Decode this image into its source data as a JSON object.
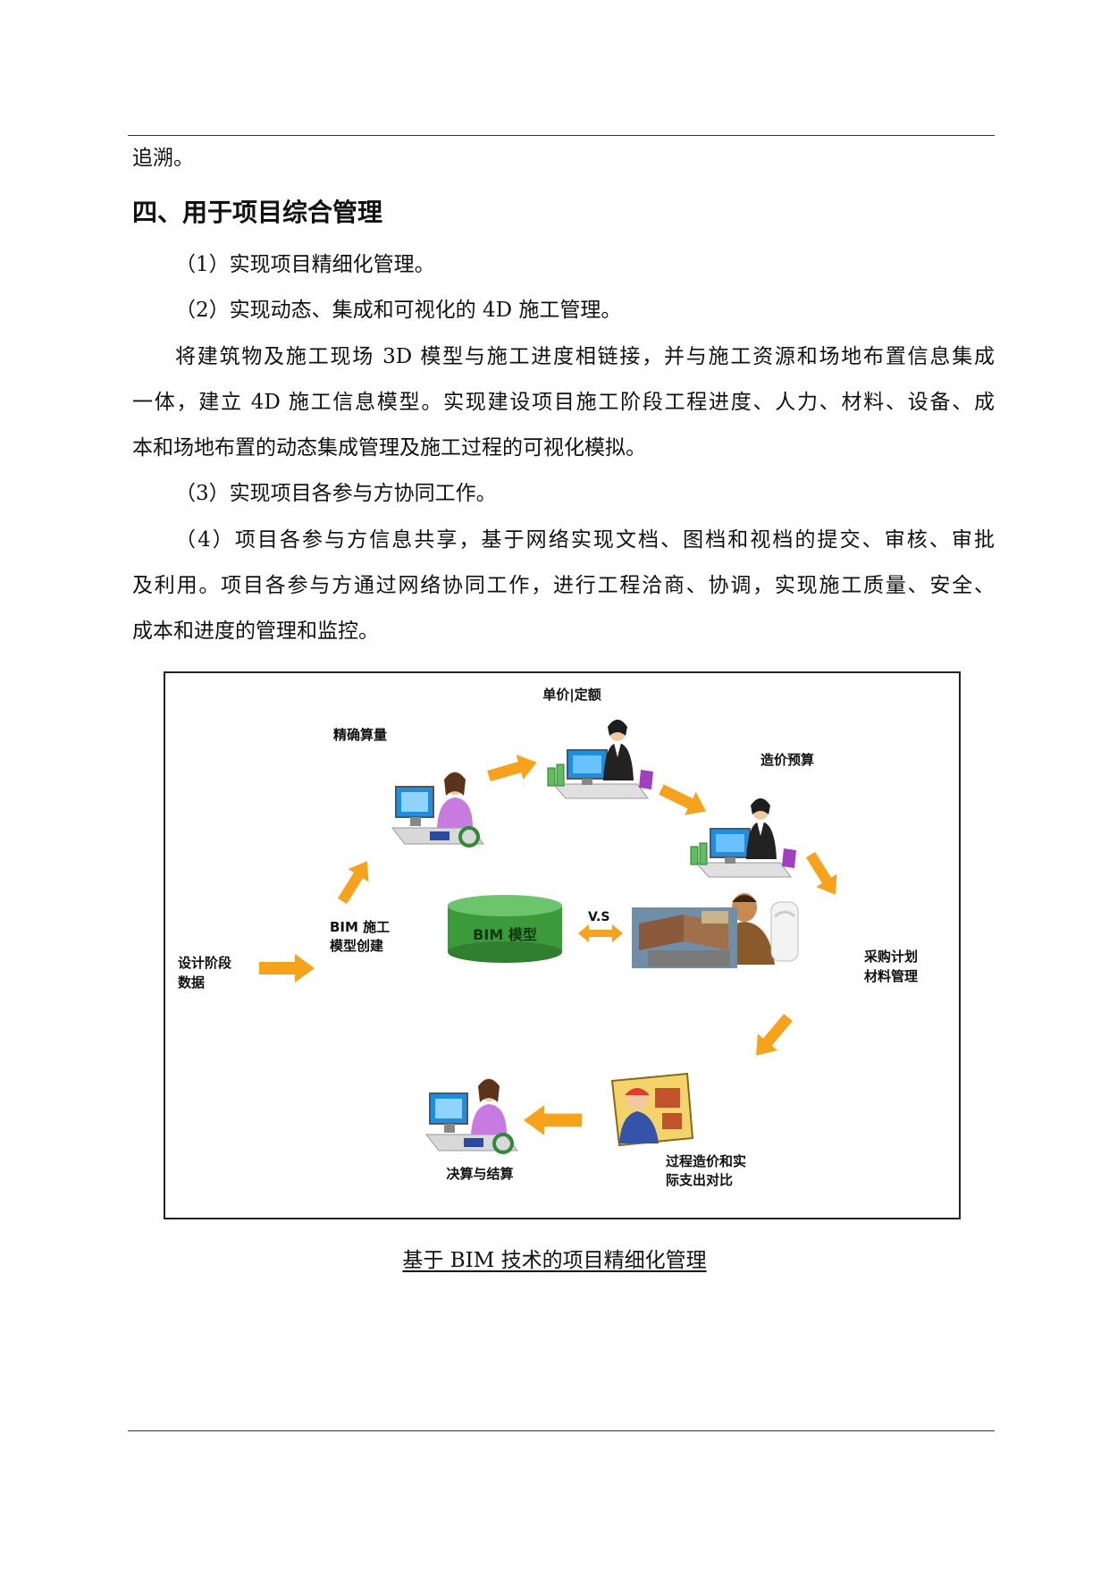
{
  "page": {
    "intro_line": "追溯。",
    "section_heading": "四、用于项目综合管理",
    "items": [
      "（1）实现项目精细化管理。",
      "（2）实现动态、集成和可视化的 4D 施工管理。"
    ],
    "para_4d": [
      "将建筑物及施工现场 3D 模型与施工进度相链接，并与施工资源和场地布置信息集成",
      "一体，建立 4D 施工信息模型。实现建设项目施工阶段工程进度、人力、材料、设备、成",
      "本和场地布置的动态集成管理及施工过程的可视化模拟。"
    ],
    "item3": "（3）实现项目各参与方协同工作。",
    "para_collab": [
      "（4）项目各参与方信息共享，基于网络实现文档、图档和视档的提交、审核、审批",
      "及利用。项目各参与方通过网络协同工作，进行工程洽商、协调，实现施工质量、安全、",
      "成本和进度的管理和监控。"
    ],
    "figure_caption": " 基于 BIM 技术的项目精细化管理"
  },
  "diagram": {
    "labels": {
      "unit_price": "单价|定额",
      "precise_quantity": "精确算量",
      "cost_budget": "造价预算",
      "bim_construction_1": "BIM 施工",
      "bim_construction_2": "模型创建",
      "design_data_1": "设计阶段",
      "design_data_2": "数据",
      "bim_model": "BIM 模型",
      "vs": "V.S",
      "procurement_1": "采购计划",
      "procurement_2": "材料管理",
      "final_accounts": "决算与结算",
      "process_cost_1": "过程造价和实",
      "process_cost_2": "际支出对比"
    },
    "colors": {
      "arrow": "#f7a21b",
      "cylinder": "#3b9b3b",
      "monitor": "#1e8fe0",
      "shirt": "#c77be0"
    }
  }
}
